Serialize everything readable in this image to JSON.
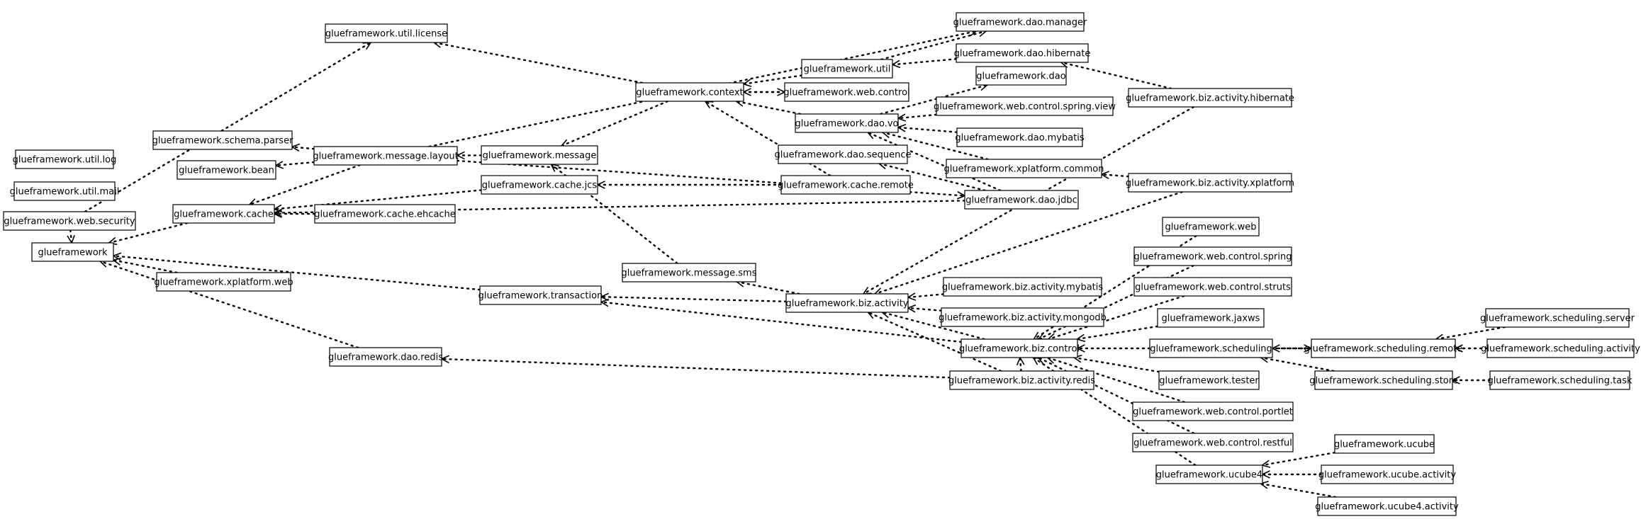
{
  "diagram": {
    "type": "package-dependency-graph",
    "colors": {
      "node_border": "#000000",
      "node_fill": "#ffffff",
      "edge": "#000000",
      "background": "#ffffff"
    },
    "nodes": [
      {
        "id": "util_license",
        "label": "glueframework.util.license"
      },
      {
        "id": "dao_manager",
        "label": "glueframework.dao.manager"
      },
      {
        "id": "dao_hibernate",
        "label": "glueframework.dao.hibernate"
      },
      {
        "id": "util",
        "label": "glueframework.util"
      },
      {
        "id": "context",
        "label": "glueframework.context"
      },
      {
        "id": "web_control",
        "label": "glueframework.web.control"
      },
      {
        "id": "dao",
        "label": "glueframework.dao"
      },
      {
        "id": "dao_vo",
        "label": "glueframework.dao.vo"
      },
      {
        "id": "web_control_spring_view",
        "label": "glueframework.web.control.spring.view"
      },
      {
        "id": "biz_activity_hibernate",
        "label": "glueframework.biz.activity.hibernate"
      },
      {
        "id": "dao_mybatis",
        "label": "glueframework.dao.mybatis"
      },
      {
        "id": "util_log",
        "label": "glueframework.util.log"
      },
      {
        "id": "schema_parser",
        "label": "glueframework.schema.parser"
      },
      {
        "id": "message_layout",
        "label": "glueframework.message.layout"
      },
      {
        "id": "message",
        "label": "glueframework.message"
      },
      {
        "id": "dao_sequence",
        "label": "glueframework.dao.sequence"
      },
      {
        "id": "bean",
        "label": "glueframework.bean"
      },
      {
        "id": "xplatform_common",
        "label": "glueframework.xplatform.common"
      },
      {
        "id": "util_mail",
        "label": "glueframework.util.mail"
      },
      {
        "id": "cache_jcs",
        "label": "glueframework.cache.jcs"
      },
      {
        "id": "cache_remote",
        "label": "glueframework.cache.remote"
      },
      {
        "id": "biz_activity_xplatform",
        "label": "glueframework.biz.activity.xplatform"
      },
      {
        "id": "dao_jdbc",
        "label": "glueframework.dao.jdbc"
      },
      {
        "id": "cache",
        "label": "glueframework.cache"
      },
      {
        "id": "cache_ehcache",
        "label": "glueframework.cache.ehcache"
      },
      {
        "id": "web_security",
        "label": "glueframework.web.security"
      },
      {
        "id": "web",
        "label": "glueframework.web"
      },
      {
        "id": "glueframework",
        "label": "glueframework"
      },
      {
        "id": "web_control_spring",
        "label": "glueframework.web.control.spring"
      },
      {
        "id": "message_sms",
        "label": "glueframework.message.sms"
      },
      {
        "id": "xplatform_web",
        "label": "glueframework.xplatform.web"
      },
      {
        "id": "biz_activity_mybatis",
        "label": "glueframework.biz.activity.mybatis"
      },
      {
        "id": "web_control_struts",
        "label": "glueframework.web.control.struts"
      },
      {
        "id": "transaction",
        "label": "glueframework.transaction"
      },
      {
        "id": "biz_activity",
        "label": "glueframework.biz.activity"
      },
      {
        "id": "jaxws",
        "label": "glueframework.jaxws"
      },
      {
        "id": "biz_activity_mongodb",
        "label": "glueframework.biz.activity.mongodb"
      },
      {
        "id": "scheduling_server",
        "label": "glueframework.scheduling.server"
      },
      {
        "id": "biz_control",
        "label": "glueframework.biz.control"
      },
      {
        "id": "scheduling",
        "label": "glueframework.scheduling"
      },
      {
        "id": "scheduling_remote",
        "label": "glueframework.scheduling.remote"
      },
      {
        "id": "scheduling_activity",
        "label": "glueframework.scheduling.activity"
      },
      {
        "id": "dao_redis",
        "label": "glueframework.dao.redis"
      },
      {
        "id": "biz_activity_redis",
        "label": "glueframework.biz.activity.redis"
      },
      {
        "id": "tester",
        "label": "glueframework.tester"
      },
      {
        "id": "scheduling_store",
        "label": "glueframework.scheduling.store"
      },
      {
        "id": "scheduling_task",
        "label": "glueframework.scheduling.task"
      },
      {
        "id": "web_control_portlet",
        "label": "glueframework.web.control.portlet"
      },
      {
        "id": "web_control_restful",
        "label": "glueframework.web.control.restful"
      },
      {
        "id": "ucube",
        "label": "glueframework.ucube"
      },
      {
        "id": "ucube4",
        "label": "glueframework.ucube4"
      },
      {
        "id": "ucube_activity",
        "label": "glueframework.ucube.activity"
      },
      {
        "id": "ucube4_activity",
        "label": "glueframework.ucube4.activity"
      }
    ],
    "edges": [
      {
        "from": "web_security",
        "to": "util_license"
      },
      {
        "from": "message_layout",
        "to": "dao_manager"
      },
      {
        "from": "util",
        "to": "dao_manager"
      },
      {
        "from": "biz_activity_hibernate",
        "to": "dao_hibernate"
      },
      {
        "from": "dao_hibernate",
        "to": "util"
      },
      {
        "from": "context",
        "to": "util_license"
      },
      {
        "from": "util",
        "to": "context"
      },
      {
        "from": "web_control",
        "to": "context"
      },
      {
        "from": "context",
        "to": "web_control"
      },
      {
        "from": "dao_vo",
        "to": "context"
      },
      {
        "from": "context",
        "to": "message"
      },
      {
        "from": "cache_remote",
        "to": "context"
      },
      {
        "from": "dao_vo",
        "to": "dao"
      },
      {
        "from": "web_control_spring_view",
        "to": "dao_vo"
      },
      {
        "from": "dao_mybatis",
        "to": "dao_vo"
      },
      {
        "from": "xplatform_common",
        "to": "dao_vo"
      },
      {
        "from": "dao_jdbc",
        "to": "dao_vo"
      },
      {
        "from": "dao_jdbc",
        "to": "dao_sequence"
      },
      {
        "from": "biz_activity_xplatform",
        "to": "xplatform_common"
      },
      {
        "from": "message_layout",
        "to": "schema_parser"
      },
      {
        "from": "message_layout",
        "to": "bean"
      },
      {
        "from": "message",
        "to": "message_layout"
      },
      {
        "from": "message_layout",
        "to": "cache"
      },
      {
        "from": "message_layout",
        "to": "dao_jdbc"
      },
      {
        "from": "cache_remote",
        "to": "cache_jcs"
      },
      {
        "from": "cache_jcs",
        "to": "cache"
      },
      {
        "from": "dao_jdbc",
        "to": "cache"
      },
      {
        "from": "cache_ehcache",
        "to": "cache"
      },
      {
        "from": "cache",
        "to": "glueframework"
      },
      {
        "from": "web_security",
        "to": "glueframework"
      },
      {
        "from": "xplatform_web",
        "to": "glueframework"
      },
      {
        "from": "transaction",
        "to": "glueframework"
      },
      {
        "from": "dao_redis",
        "to": "glueframework"
      },
      {
        "from": "message_sms",
        "to": "message"
      },
      {
        "from": "biz_activity",
        "to": "message_sms"
      },
      {
        "from": "biz_activity",
        "to": "transaction"
      },
      {
        "from": "biz_activity_hibernate",
        "to": "biz_activity"
      },
      {
        "from": "biz_activity_xplatform",
        "to": "biz_activity"
      },
      {
        "from": "biz_activity_mybatis",
        "to": "biz_activity"
      },
      {
        "from": "biz_activity_mongodb",
        "to": "biz_activity"
      },
      {
        "from": "biz_control",
        "to": "biz_activity"
      },
      {
        "from": "biz_activity_redis",
        "to": "biz_activity"
      },
      {
        "from": "biz_control",
        "to": "transaction"
      },
      {
        "from": "biz_activity_redis",
        "to": "dao_redis"
      },
      {
        "from": "web",
        "to": "biz_control"
      },
      {
        "from": "web_control_spring",
        "to": "biz_control"
      },
      {
        "from": "web_control_struts",
        "to": "biz_control"
      },
      {
        "from": "jaxws",
        "to": "biz_control"
      },
      {
        "from": "scheduling",
        "to": "biz_control"
      },
      {
        "from": "tester",
        "to": "biz_control"
      },
      {
        "from": "web_control_portlet",
        "to": "biz_control"
      },
      {
        "from": "web_control_restful",
        "to": "biz_control"
      },
      {
        "from": "ucube4",
        "to": "biz_control"
      },
      {
        "from": "biz_activity_redis",
        "to": "biz_control"
      },
      {
        "from": "scheduling",
        "to": "scheduling_remote"
      },
      {
        "from": "scheduling_remote",
        "to": "scheduling"
      },
      {
        "from": "scheduling_store",
        "to": "scheduling"
      },
      {
        "from": "scheduling_server",
        "to": "scheduling_remote"
      },
      {
        "from": "scheduling_activity",
        "to": "scheduling_remote"
      },
      {
        "from": "scheduling_task",
        "to": "scheduling_store"
      },
      {
        "from": "ucube",
        "to": "ucube4"
      },
      {
        "from": "ucube_activity",
        "to": "ucube4"
      },
      {
        "from": "ucube4_activity",
        "to": "ucube4"
      }
    ]
  }
}
